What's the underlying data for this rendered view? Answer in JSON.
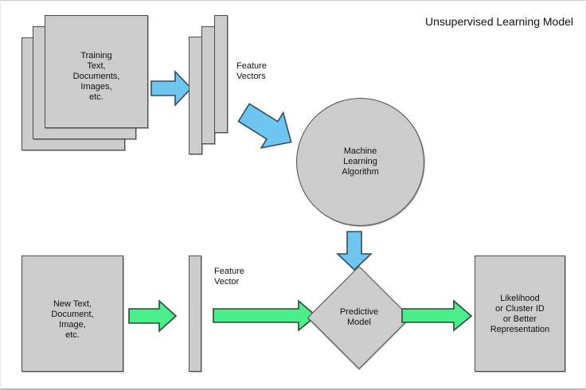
{
  "title": "Unsupervised Learning Model",
  "colors": {
    "node_fill": "#cccccc",
    "node_stroke": "#4d4d4d",
    "arrow_blue_fill": "#6ec6f0",
    "arrow_blue_stroke": "#2f4f5f",
    "arrow_green_fill": "#4cee8c",
    "arrow_green_stroke": "#2a4a36",
    "background": "#ffffff",
    "text": "#111111"
  },
  "top_row": {
    "training_documents": {
      "label": "Training\nText,\nDocuments,\nImages,\netc.",
      "sheet_count": 3
    },
    "arrow_docs_to_vectors": {
      "icon": "right-arrow-icon",
      "direction": "right",
      "color": "#6ec6f0"
    },
    "feature_vectors": {
      "label": "Feature\nVectors",
      "bar_count": 3
    },
    "arrow_vectors_to_algorithm": {
      "icon": "diagonal-right-down-arrow-icon",
      "direction": "down-right",
      "color": "#6ec6f0"
    },
    "ml_algorithm": {
      "label": "Machine\nLearning\nAlgorithm",
      "shape": "circle"
    }
  },
  "middle": {
    "arrow_algorithm_to_model": {
      "icon": "down-arrow-icon",
      "direction": "down",
      "color": "#6ec6f0"
    }
  },
  "bottom_row": {
    "new_input": {
      "label": "New Text,\nDocument,\nImage,\netc.",
      "shape": "rect"
    },
    "arrow_input_to_vector": {
      "icon": "right-arrow-icon",
      "direction": "right",
      "color": "#4cee8c"
    },
    "feature_vector": {
      "label": "Feature\nVector",
      "bar_count": 1
    },
    "arrow_vector_to_model": {
      "icon": "right-arrow-icon",
      "direction": "right",
      "color": "#4cee8c"
    },
    "predictive_model": {
      "label": "Predictive\nModel",
      "shape": "diamond"
    },
    "arrow_model_to_output": {
      "icon": "right-arrow-icon",
      "direction": "right",
      "color": "#4cee8c"
    },
    "output": {
      "label": "Likelihood\nor Cluster ID\nor Better\nRepresentation",
      "shape": "rect"
    }
  }
}
